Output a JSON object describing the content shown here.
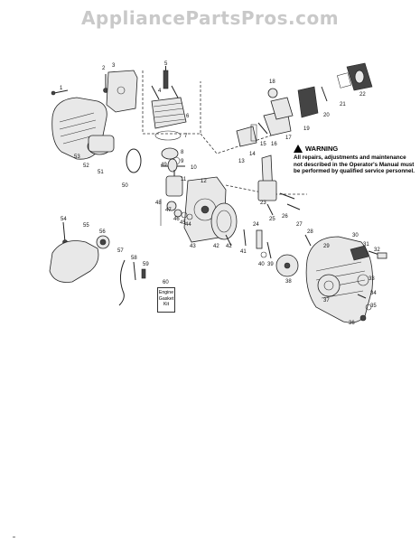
{
  "watermark": "AppliancePartsPros.com",
  "warning": {
    "title": "WARNING",
    "text": "All repairs, adjustments and maintenance not described in the Operator's Manual must be performed by qualified service personnel."
  },
  "kit_label": [
    "Engine",
    "Gasket",
    "Kit"
  ],
  "parts": [
    {
      "id": "p1",
      "label": "1"
    },
    {
      "id": "p2",
      "label": "2"
    },
    {
      "id": "p3",
      "label": "3"
    },
    {
      "id": "p4",
      "label": "4"
    },
    {
      "id": "p5",
      "label": "5"
    },
    {
      "id": "p6",
      "label": "6"
    },
    {
      "id": "p7",
      "label": "7"
    },
    {
      "id": "p8",
      "label": "8"
    },
    {
      "id": "p9",
      "label": "9"
    },
    {
      "id": "p10",
      "label": "10"
    },
    {
      "id": "p11",
      "label": "11"
    },
    {
      "id": "p12",
      "label": "12"
    },
    {
      "id": "p13",
      "label": "13"
    },
    {
      "id": "p14",
      "label": "14"
    },
    {
      "id": "p15",
      "label": "15"
    },
    {
      "id": "p16",
      "label": "16"
    },
    {
      "id": "p17",
      "label": "17"
    },
    {
      "id": "p18",
      "label": "18"
    },
    {
      "id": "p19",
      "label": "19"
    },
    {
      "id": "p20",
      "label": "20"
    },
    {
      "id": "p21",
      "label": "21"
    },
    {
      "id": "p22",
      "label": "22"
    },
    {
      "id": "p23",
      "label": "23"
    },
    {
      "id": "p24",
      "label": "24"
    },
    {
      "id": "p25",
      "label": "25"
    },
    {
      "id": "p26",
      "label": "26"
    },
    {
      "id": "p27",
      "label": "27"
    },
    {
      "id": "p28",
      "label": "28"
    },
    {
      "id": "p29",
      "label": "29"
    },
    {
      "id": "p30",
      "label": "30"
    },
    {
      "id": "p31",
      "label": "31"
    },
    {
      "id": "p32",
      "label": "32"
    },
    {
      "id": "p33",
      "label": "33"
    },
    {
      "id": "p34",
      "label": "34"
    },
    {
      "id": "p35",
      "label": "35"
    },
    {
      "id": "p36",
      "label": "36"
    },
    {
      "id": "p37",
      "label": "37"
    },
    {
      "id": "p38",
      "label": "38"
    },
    {
      "id": "p39",
      "label": "39"
    },
    {
      "id": "p40",
      "label": "40"
    },
    {
      "id": "p41",
      "label": "41"
    },
    {
      "id": "p42a",
      "label": "42"
    },
    {
      "id": "p42b",
      "label": "42"
    },
    {
      "id": "p43",
      "label": "43"
    },
    {
      "id": "p44",
      "label": "44"
    },
    {
      "id": "p45",
      "label": "45"
    },
    {
      "id": "p46",
      "label": "46"
    },
    {
      "id": "p47",
      "label": "47"
    },
    {
      "id": "p48",
      "label": "48"
    },
    {
      "id": "p49",
      "label": "49"
    },
    {
      "id": "p50",
      "label": "50"
    },
    {
      "id": "p51",
      "label": "51"
    },
    {
      "id": "p52",
      "label": "52"
    },
    {
      "id": "p53",
      "label": "53"
    },
    {
      "id": "p54",
      "label": "54"
    },
    {
      "id": "p55",
      "label": "55"
    },
    {
      "id": "p56",
      "label": "56"
    },
    {
      "id": "p57",
      "label": "57"
    },
    {
      "id": "p58",
      "label": "58"
    },
    {
      "id": "p59",
      "label": "59"
    },
    {
      "id": "p60",
      "label": "60"
    }
  ]
}
